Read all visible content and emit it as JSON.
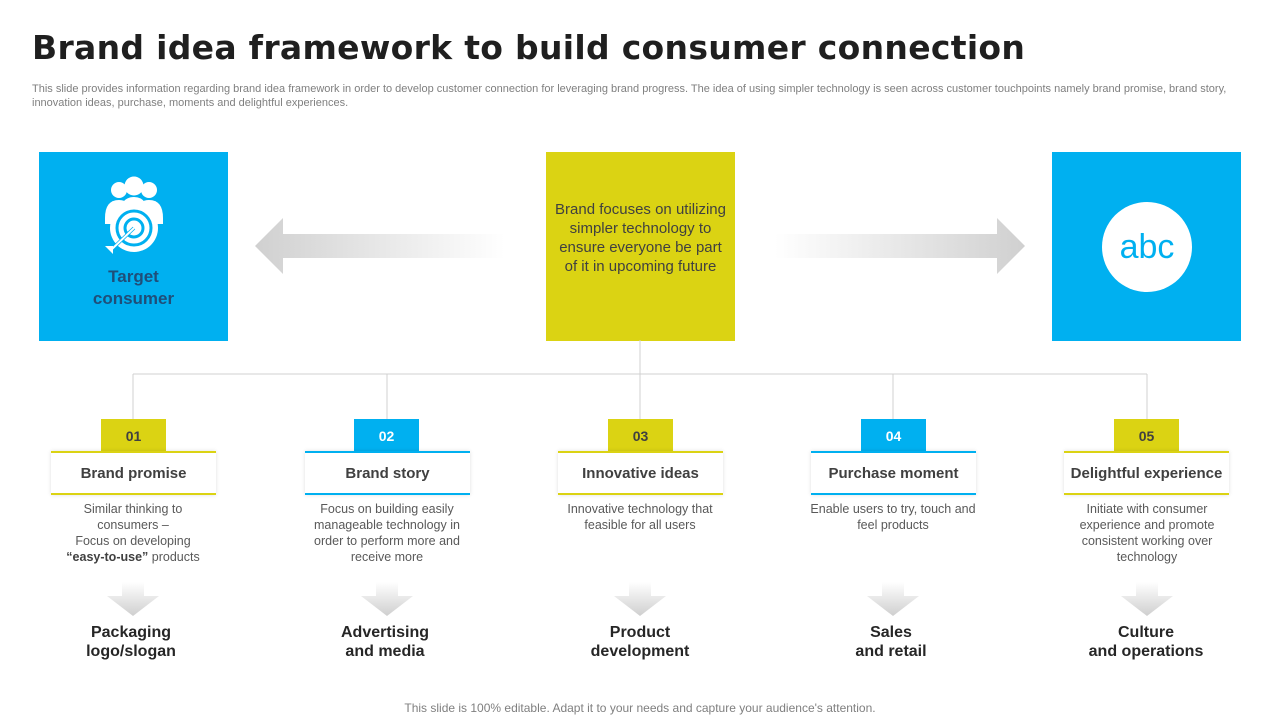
{
  "title": "Brand idea framework to build consumer connection",
  "subtitle": "This slide provides information regarding brand idea framework in order to develop customer connection for leveraging brand progress. The idea of using simpler technology is seen across customer touchpoints namely brand promise, brand story, innovation ideas, purchase, moments and delightful experiences.",
  "left_box": {
    "label_line1": "Target",
    "label_line2": "consumer",
    "icon": "target-consumer-icon"
  },
  "center_box": {
    "text": "Brand focuses on utilizing simpler technology to ensure everyone be part of it in upcoming future"
  },
  "right_box": {
    "text": "abc"
  },
  "steps": [
    {
      "number": "01",
      "heading": "Brand promise",
      "desc_lines": [
        "Similar thinking to",
        "consumers –",
        "Focus on developing"
      ],
      "desc_bold": "“easy-to-use”",
      "desc_tail": " products",
      "outcome_line1": "Packaging",
      "outcome_line2": "logo/slogan"
    },
    {
      "number": "02",
      "heading": "Brand story",
      "description": "Focus on building easily manageable technology in order to perform  more and receive  more",
      "outcome_line1": "Advertising",
      "outcome_line2": "and media"
    },
    {
      "number": "03",
      "heading": "Innovative ideas",
      "description": "Innovative  technology that feasible for all users",
      "outcome_line1": "Product",
      "outcome_line2": "development"
    },
    {
      "number": "04",
      "heading": "Purchase moment",
      "description": "Enable users to try, touch and feel products",
      "outcome_line1": "Sales",
      "outcome_line2": "and retail"
    },
    {
      "number": "05",
      "heading": "Delightful experience",
      "description": "Initiate with consumer experience and promote consistent working over technology",
      "outcome_line1": "Culture",
      "outcome_line2": "and operations"
    }
  ],
  "footer": "This slide is 100% editable. Adapt it to your needs and capture your audience's attention.",
  "colors": {
    "blue": "#00b0f0",
    "yellow": "#dbd313"
  }
}
